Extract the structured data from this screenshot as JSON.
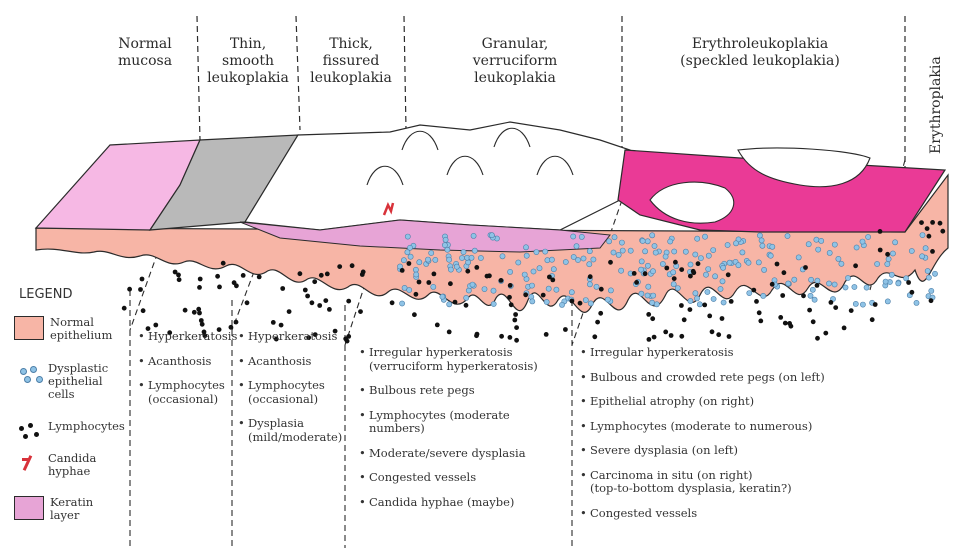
{
  "stages": [
    {
      "id": "normal",
      "lines": [
        "Normal",
        "mucosa"
      ]
    },
    {
      "id": "thin",
      "lines": [
        "Thin,",
        "smooth",
        "leukoplakia"
      ]
    },
    {
      "id": "thick",
      "lines": [
        "Thick,",
        "fissured",
        "leukoplakia"
      ]
    },
    {
      "id": "granular",
      "lines": [
        "Granular,",
        "verruciform",
        "leukoplakia"
      ]
    },
    {
      "id": "erythroleuko",
      "lines": [
        "Erythroleukoplakia",
        "(speckled leukoplakia)"
      ]
    }
  ],
  "erythroplakia_label": "Erythroplakia",
  "legend": {
    "title": "LEGEND",
    "items": [
      {
        "id": "normal-epithelium",
        "lines": [
          "Normal",
          "epithelium"
        ],
        "color": "#f7b5a6"
      },
      {
        "id": "dysplastic-cells",
        "lines": [
          "Dysplastic",
          "epithelial",
          "cells"
        ],
        "color": "#8fc3e6"
      },
      {
        "id": "lymphocytes",
        "lines": [
          "Lymphocytes"
        ],
        "color": "#111111"
      },
      {
        "id": "candida",
        "lines": [
          "Candida",
          "hyphae"
        ],
        "color": "#d8323a"
      },
      {
        "id": "keratin",
        "lines": [
          "Keratin",
          "layer"
        ],
        "color": "#e8a0d0"
      }
    ]
  },
  "findings": [
    {
      "id": "normal",
      "items": [
        [
          "Hyperkeratosis"
        ],
        [
          "Acanthosis"
        ],
        [
          "Lymphocytes",
          "(occasional)"
        ]
      ]
    },
    {
      "id": "thin",
      "items": [
        [
          "Hyperkeratosis"
        ],
        [
          "Acanthosis"
        ],
        [
          "Lymphocytes",
          "(occasional)"
        ],
        [
          "Dysplasia",
          "(mild/moderate)"
        ]
      ]
    },
    {
      "id": "granular",
      "items": [
        [
          "Irregular hyperkeratosis",
          "(verruciform hyperkeratosis)"
        ],
        [
          "Bulbous rete pegs"
        ],
        [
          "Lymphocytes (moderate numbers)"
        ],
        [
          "Moderate/severe dysplasia"
        ],
        [
          "Congested vessels"
        ],
        [
          "Candida hyphae (maybe)"
        ]
      ]
    },
    {
      "id": "erythro",
      "items": [
        [
          "Irregular hyperkeratosis"
        ],
        [
          "Bulbous and crowded rete pegs (on left)"
        ],
        [
          "Epithelial atrophy (on right)"
        ],
        [
          "Lymphocytes (moderate to numerous)"
        ],
        [
          "Severe dysplasia (on left)"
        ],
        [
          "Carcinoma in situ (on right)",
          "(top-to-bottom dysplasia, keratin?)"
        ],
        [
          "Congested vessels"
        ]
      ]
    }
  ],
  "colors": {
    "normal_epithelium": "#f7b5a6",
    "light_pink_surface": "#f6b8e4",
    "keratin_grey": "#b9b9b9",
    "keratin_white": "#ffffff",
    "keratin_layer": "#e7a4d6",
    "erythroplakia_magenta": "#ea3a96",
    "dysplastic_cell": "#8fc3e6",
    "lymphocyte": "#111111",
    "candida": "#d8323a",
    "line": "#2b2b2b"
  }
}
